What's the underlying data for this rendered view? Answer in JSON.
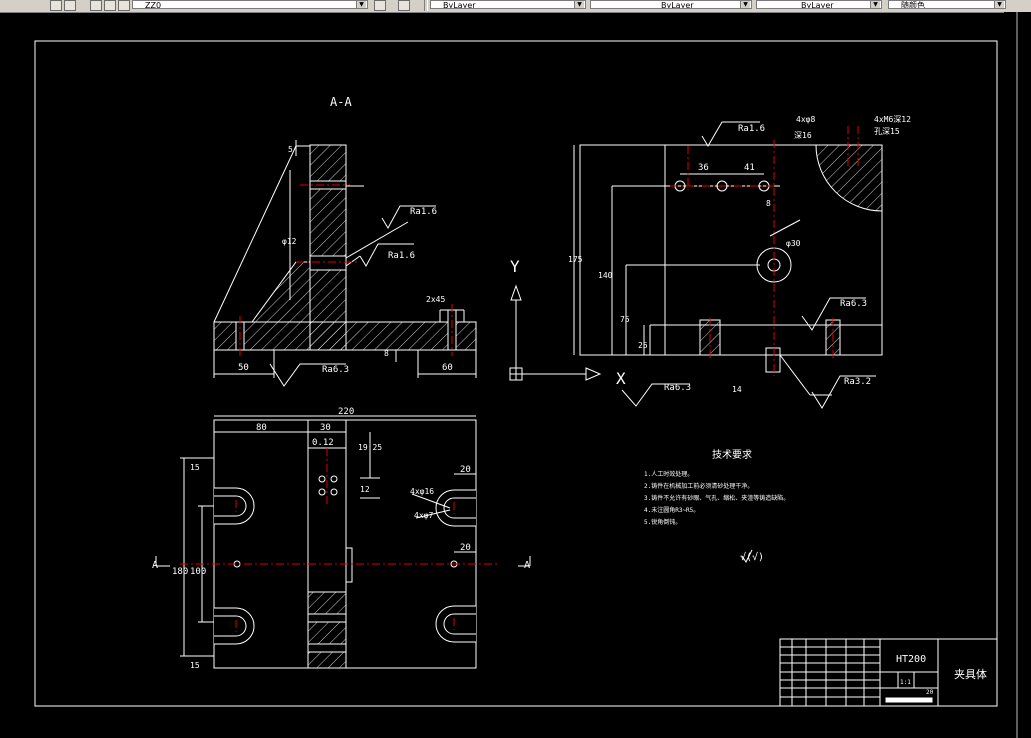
{
  "toolbar": {
    "layer_value": "ZZ0",
    "color_value": "ByLayer",
    "linetype_value": "ByLayer",
    "lineweight_value": "ByLayer",
    "plotstyle_value": "随颜色"
  },
  "drawing": {
    "section_title": "A-A",
    "section_left": "A",
    "section_right": "A",
    "axis_y": "Y",
    "axis_x": "X",
    "roughness": {
      "r1": "Ra1.6",
      "r2": "Ra1.6",
      "r3": "Ra1.6",
      "r4": "Ra6.3",
      "r5": "Ra6.3",
      "r6": "Ra6.3",
      "r7": "Ra3.2"
    },
    "dims": {
      "d5": "5",
      "d220": "220",
      "d80": "80",
      "d30": "30",
      "d012": "0.12",
      "d1925": "19.25",
      "d15a": "15",
      "d15b": "15",
      "d12": "12",
      "d180": "180",
      "d100": "100",
      "d20a": "20",
      "d20b": "20",
      "d50": "50",
      "d60": "60",
      "d36": "36",
      "d41": "41",
      "d8": "8",
      "d175": "175",
      "d140": "140",
      "d75": "75",
      "d25": "25",
      "phi30": "φ30",
      "slot": "14",
      "chamfer": "2x45",
      "depth16": "深16",
      "thread": "4xM6深12",
      "hole15": "孔深15",
      "holes4": "4xφ8",
      "c4": "4xφ16",
      "c4b": "4xφ7",
      "phi12": "φ12",
      "d18": "8"
    },
    "tech_title": "技术要求",
    "tech_lines": [
      "1.人工时效处理。",
      "2.铸件在机械加工前必须清砂处理干净。",
      "3.铸件不允许有砂眼、气孔、缩松、夹渣等铸造缺陷。",
      "4.未注圆角R3~R5。",
      "5.锐角倒钝。"
    ],
    "rough_other": "√(√)",
    "title_block": {
      "material": "HT200",
      "part_name": "夹具体",
      "scale": "1:1",
      "sheet": "20"
    }
  }
}
